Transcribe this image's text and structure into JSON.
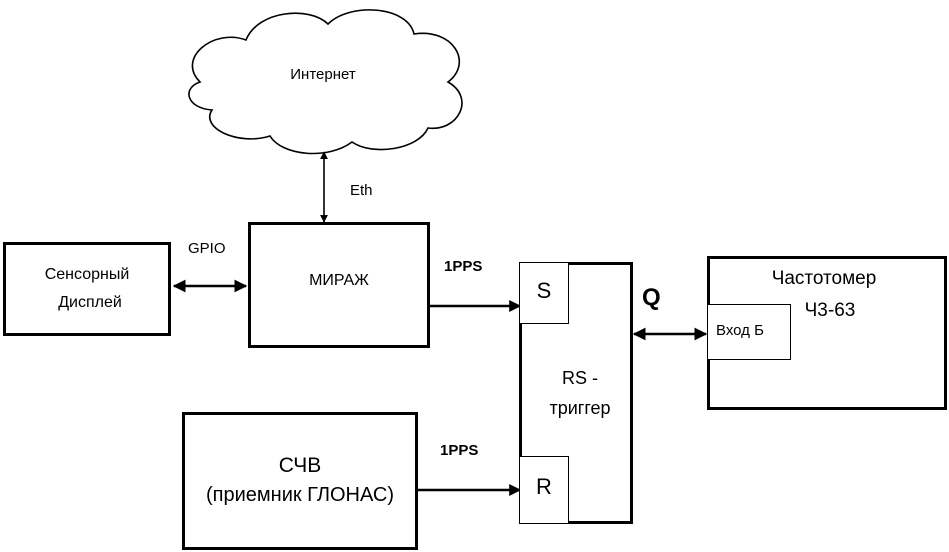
{
  "internet": {
    "label": "Интернет"
  },
  "eth_link": {
    "label": "Eth"
  },
  "gpio_link": {
    "label": "GPIO"
  },
  "touch_display": {
    "line1": "Сенсорный",
    "line2": "Дисплей"
  },
  "mirage": {
    "label": "МИРАЖ"
  },
  "pps_top": {
    "label": "1PPS"
  },
  "pps_bottom": {
    "label": "1PPS"
  },
  "rs_trigger": {
    "line1": "RS -",
    "line2": "триггер",
    "s_input": "S",
    "r_input": "R"
  },
  "q_output": {
    "label": "Q"
  },
  "frequency_counter": {
    "line1": "Частотомер",
    "line2": "Ч3-63",
    "input_label": "Вход Б"
  },
  "gnss_receiver": {
    "line1": "СЧВ",
    "line2": "(приемник ГЛОНАС)"
  }
}
